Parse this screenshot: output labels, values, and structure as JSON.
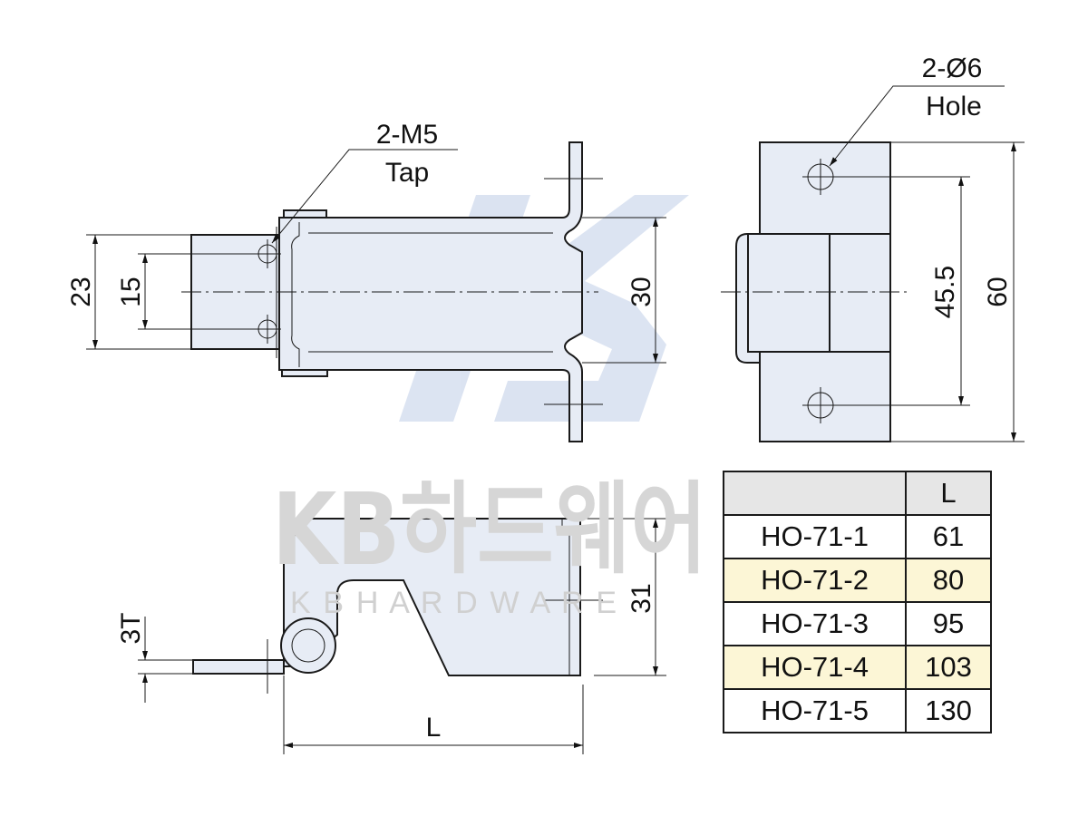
{
  "watermark": {
    "logo_text": "KB하드웨어",
    "sub_text": "K B H A R D W A R E",
    "colors": {
      "logo": "#c8d3e8"
    }
  },
  "top_view": {
    "callout": {
      "line1": "2-M5",
      "line2": "Tap"
    },
    "dims": {
      "overall_height": "23",
      "hole_pitch": "15",
      "body_height": "30"
    }
  },
  "end_view": {
    "callout": {
      "line1": "2-Ø6",
      "line2": "Hole"
    },
    "dims": {
      "hole_pitch": "45.5",
      "overall_height": "60"
    }
  },
  "side_view": {
    "dims": {
      "thickness": "3T",
      "height": "31",
      "length": "L"
    }
  },
  "table": {
    "headers": [
      "",
      "L"
    ],
    "rows": [
      {
        "model": "HO-71-1",
        "L": "61",
        "highlight": false
      },
      {
        "model": "HO-71-2",
        "L": "80",
        "highlight": true
      },
      {
        "model": "HO-71-3",
        "L": "95",
        "highlight": false
      },
      {
        "model": "HO-71-4",
        "L": "103",
        "highlight": true
      },
      {
        "model": "HO-71-5",
        "L": "130",
        "highlight": false
      }
    ]
  },
  "colors": {
    "part_fill": "#e7ecf5",
    "header_bg": "#e6e6e6",
    "highlight_row": "#fcf6d6"
  }
}
